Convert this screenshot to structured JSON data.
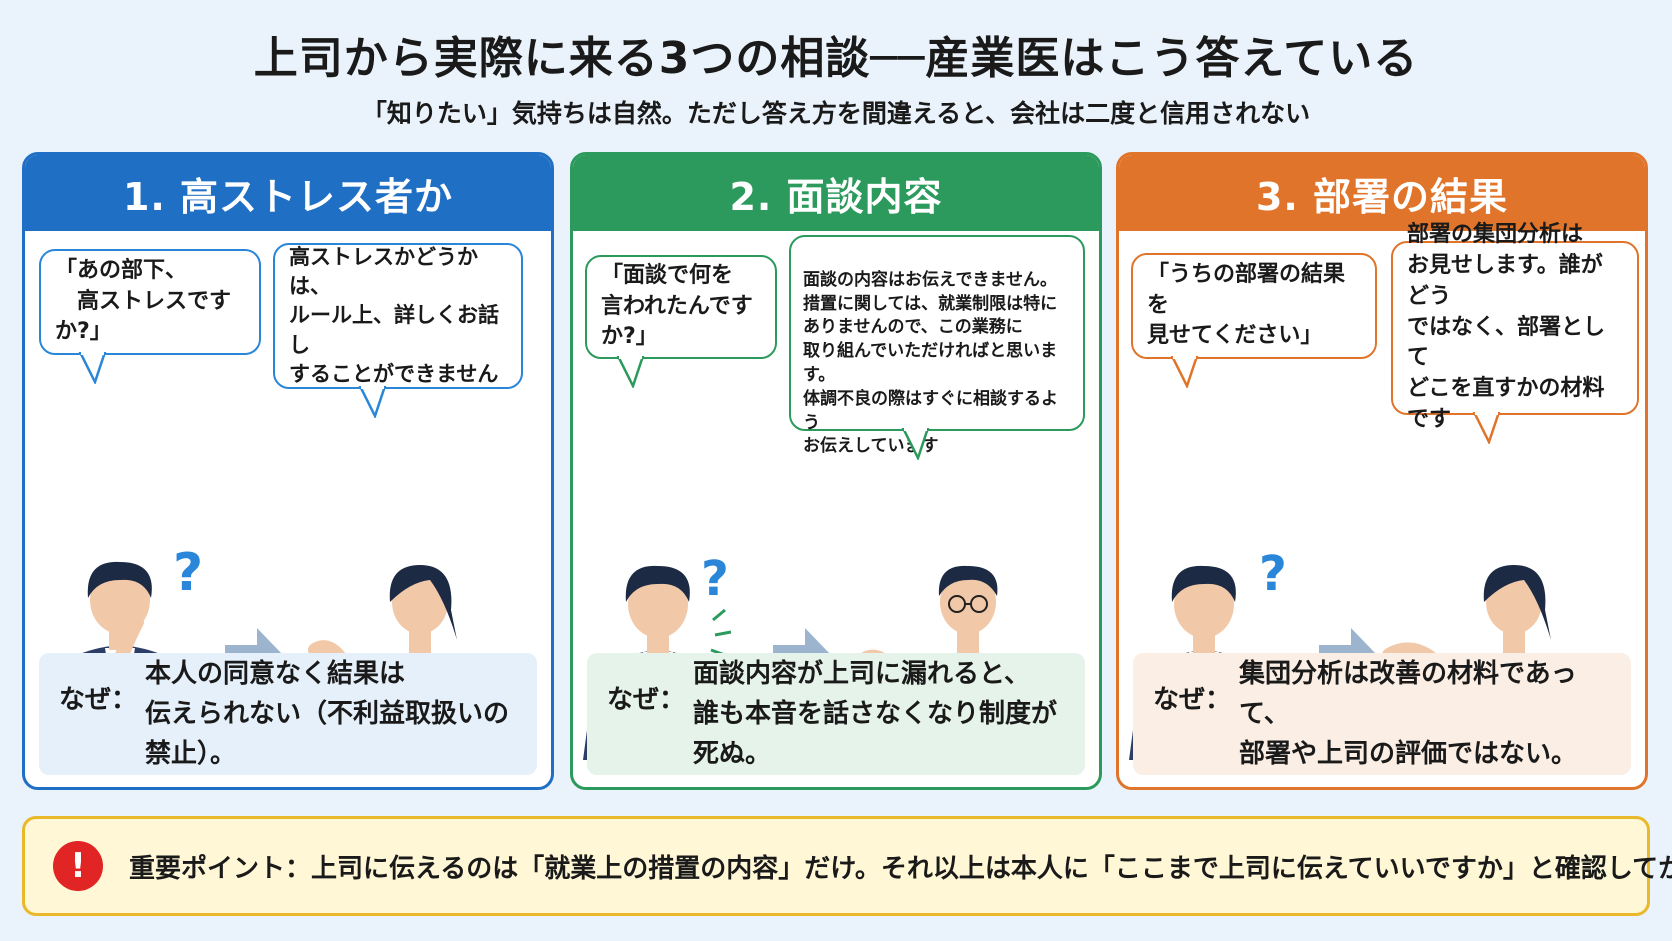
{
  "title": "上司から実際に来る3つの相談──産業医はこう答えている",
  "subtitle": "「知りたい」気持ちは自然。ただし答え方を間違えると、会社は二度と信用されない",
  "panels": [
    {
      "heading": "1. 高ストレス者か",
      "question": "「あの部下、\n　高ストレスですか?」",
      "answer": "高ストレスかどうかは、\nルール上、詳しくお話し\nすることができません",
      "why_label": "なぜ：",
      "why_text": "本人の同意なく結果は\n伝えられない（不利益取扱いの禁止）。",
      "color": "#1f6fc5"
    },
    {
      "heading": "2. 面談内容",
      "question": "「面談で何を\n言われたんですか?」",
      "answer": "面談の内容はお伝えできません。\n措置に関しては、就業制限は特に\nありませんので、この業務に\n取り組んでいただければと思います。\n体調不良の際はすぐに相談するよう\nお伝えしています",
      "why_label": "なぜ：",
      "why_text": "面談内容が上司に漏れると、\n誰も本音を話さなくなり制度が死ぬ。",
      "color": "#2b9a5c"
    },
    {
      "heading": "3. 部署の結果",
      "question": "「うちの部署の結果を\n見せてください」",
      "answer": "部署の集団分析は\nお見せします。誰がどう\nではなく、部署として\nどこを直すかの材料です",
      "why_label": "なぜ：",
      "why_text": "集団分析は改善の材料であって、\n部署や上司の評価ではない。",
      "color": "#e0742a"
    }
  ],
  "bottom": {
    "icon": "!",
    "label": "重要ポイント：",
    "text": "上司に伝えるのは「就業上の措置の内容」だけ。それ以上は本人に「ここまで上司に伝えていいですか」と確認してから。",
    "border_color": "#e9b92a",
    "icon_color": "#e12424"
  },
  "icons": [
    "question-mark-icon",
    "arrow-right-icon",
    "alert-icon",
    "manager-figure",
    "doctor-figure"
  ],
  "question_glyph": "?"
}
